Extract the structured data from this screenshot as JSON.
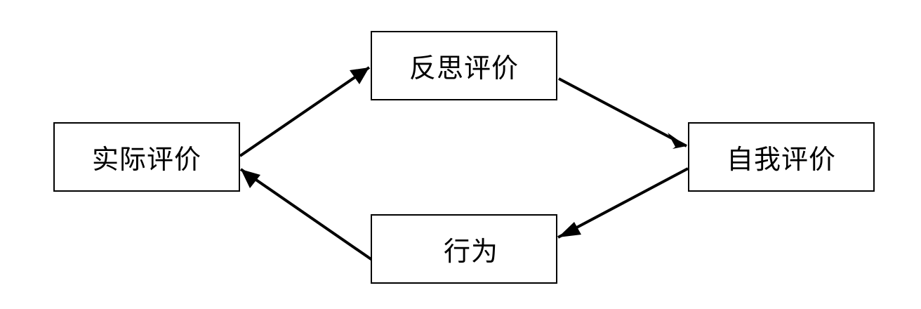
{
  "diagram": {
    "nodes": {
      "actual": {
        "label": "实际评价"
      },
      "reflect": {
        "label": "反思评价"
      },
      "self": {
        "label": "自我评价"
      },
      "action": {
        "label": "行为"
      }
    },
    "edges": [
      {
        "from": "actual",
        "to": "reflect"
      },
      {
        "from": "reflect",
        "to": "self"
      },
      {
        "from": "self",
        "to": "action"
      },
      {
        "from": "action",
        "to": "actual"
      }
    ],
    "colors": {
      "stroke": "#000000",
      "background": "#ffffff"
    }
  }
}
